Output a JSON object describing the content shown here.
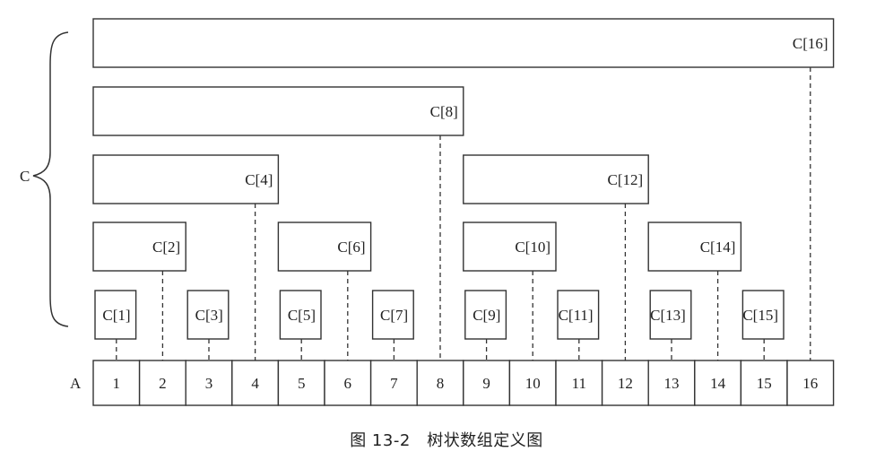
{
  "diagram": {
    "array_label": "A",
    "tree_label": "C",
    "cells": [
      "1",
      "2",
      "3",
      "4",
      "5",
      "6",
      "7",
      "8",
      "9",
      "10",
      "11",
      "12",
      "13",
      "14",
      "15",
      "16"
    ],
    "nodes": [
      {
        "label": "C[1]",
        "from": 1,
        "to": 1
      },
      {
        "label": "C[2]",
        "from": 1,
        "to": 2
      },
      {
        "label": "C[3]",
        "from": 3,
        "to": 3
      },
      {
        "label": "C[4]",
        "from": 1,
        "to": 4
      },
      {
        "label": "C[5]",
        "from": 5,
        "to": 5
      },
      {
        "label": "C[6]",
        "from": 5,
        "to": 6
      },
      {
        "label": "C[7]",
        "from": 7,
        "to": 7
      },
      {
        "label": "C[8]",
        "from": 1,
        "to": 8
      },
      {
        "label": "C[9]",
        "from": 9,
        "to": 9
      },
      {
        "label": "C[10]",
        "from": 9,
        "to": 10
      },
      {
        "label": "C[11]",
        "from": 11,
        "to": 11
      },
      {
        "label": "C[12]",
        "from": 9,
        "to": 12
      },
      {
        "label": "C[13]",
        "from": 13,
        "to": 13
      },
      {
        "label": "C[14]",
        "from": 13,
        "to": 14
      },
      {
        "label": "C[15]",
        "from": 15,
        "to": 15
      },
      {
        "label": "C[16]",
        "from": 1,
        "to": 16
      }
    ]
  },
  "caption": "图 13-2　树状数组定义图"
}
